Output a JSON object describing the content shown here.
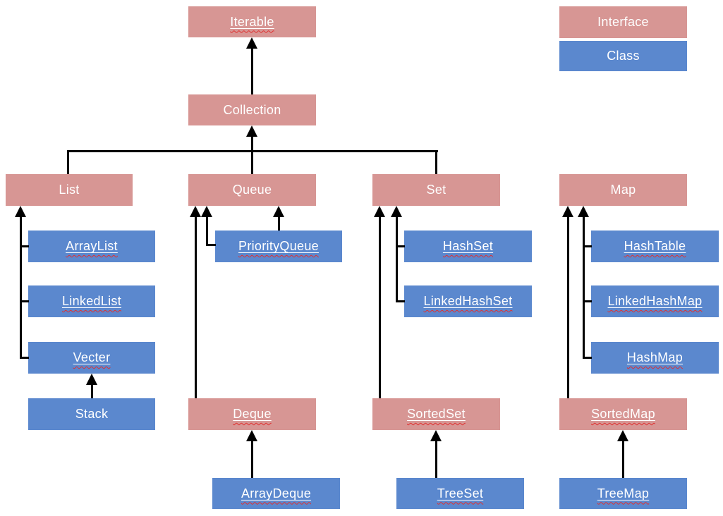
{
  "colors": {
    "interface_fill": "#D79694",
    "class_fill": "#5B88CE",
    "text": "#FFFFFF",
    "line": "#000000",
    "squiggle": "#E03030",
    "background": "#FFFFFF"
  },
  "legend": {
    "interface_label": "Interface",
    "class_label": "Class"
  },
  "nodes": {
    "iterable": {
      "label": "Iterable",
      "type": "interface",
      "squiggle": true
    },
    "collection": {
      "label": "Collection",
      "type": "interface",
      "squiggle": false
    },
    "list": {
      "label": "List",
      "type": "interface",
      "squiggle": false
    },
    "queue": {
      "label": "Queue",
      "type": "interface",
      "squiggle": false
    },
    "set": {
      "label": "Set",
      "type": "interface",
      "squiggle": false
    },
    "map": {
      "label": "Map",
      "type": "interface",
      "squiggle": false
    },
    "deque": {
      "label": "Deque",
      "type": "interface",
      "squiggle": true
    },
    "sortedset": {
      "label": "SortedSet",
      "type": "interface",
      "squiggle": true
    },
    "sortedmap": {
      "label": "SortedMap",
      "type": "interface",
      "squiggle": true
    },
    "arraylist": {
      "label": "ArrayList",
      "type": "class",
      "squiggle": true
    },
    "linkedlist": {
      "label": "LinkedList",
      "type": "class",
      "squiggle": true
    },
    "vecter": {
      "label": "Vecter",
      "type": "class",
      "squiggle": true
    },
    "stack": {
      "label": "Stack",
      "type": "class",
      "squiggle": false
    },
    "priorityqueue": {
      "label": "PriorityQueue",
      "type": "class",
      "squiggle": true
    },
    "arraydeque": {
      "label": "ArrayDeque",
      "type": "class",
      "squiggle": true
    },
    "hashset": {
      "label": "HashSet",
      "type": "class",
      "squiggle": true
    },
    "linkedhashset": {
      "label": "LinkedHashSet",
      "type": "class",
      "squiggle": true
    },
    "treeset": {
      "label": "TreeSet",
      "type": "class",
      "squiggle": true
    },
    "hashtable": {
      "label": "HashTable",
      "type": "class",
      "squiggle": true
    },
    "linkedhashmap": {
      "label": "LinkedHashMap",
      "type": "class",
      "squiggle": true
    },
    "hashmap": {
      "label": "HashMap",
      "type": "class",
      "squiggle": true
    },
    "treemap": {
      "label": "TreeMap",
      "type": "class",
      "squiggle": true
    }
  },
  "edges": [
    {
      "from": "Collection",
      "to": "Iterable"
    },
    {
      "from": "List",
      "to": "Collection"
    },
    {
      "from": "Queue",
      "to": "Collection"
    },
    {
      "from": "Set",
      "to": "Collection"
    },
    {
      "from": "ArrayList",
      "to": "List"
    },
    {
      "from": "LinkedList",
      "to": "List"
    },
    {
      "from": "Vecter",
      "to": "List"
    },
    {
      "from": "Stack",
      "to": "Vecter"
    },
    {
      "from": "PriorityQueue",
      "to": "Queue"
    },
    {
      "from": "Deque",
      "to": "Queue"
    },
    {
      "from": "ArrayDeque",
      "to": "Deque"
    },
    {
      "from": "HashSet",
      "to": "Set"
    },
    {
      "from": "LinkedHashSet",
      "to": "Set"
    },
    {
      "from": "SortedSet",
      "to": "Set"
    },
    {
      "from": "TreeSet",
      "to": "SortedSet"
    },
    {
      "from": "HashTable",
      "to": "Map"
    },
    {
      "from": "LinkedHashMap",
      "to": "Map"
    },
    {
      "from": "HashMap",
      "to": "Map"
    },
    {
      "from": "SortedMap",
      "to": "Map"
    },
    {
      "from": "TreeMap",
      "to": "SortedMap"
    }
  ]
}
